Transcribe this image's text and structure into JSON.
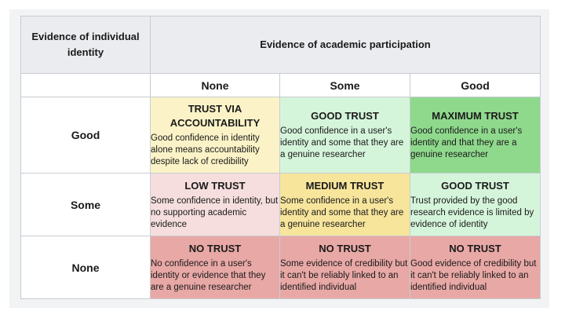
{
  "header": {
    "corner": "Evidence of individual identity",
    "academic": "Evidence of academic participation"
  },
  "columns": [
    "None",
    "Some",
    "Good"
  ],
  "rows": [
    {
      "label": "Good",
      "cells": [
        {
          "title": "TRUST VIA ACCOUNTABILITY",
          "desc": "Good confidence in identity alone means accountability despite lack of credibility",
          "color": "#fbf3c7"
        },
        {
          "title": "GOOD TRUST",
          "desc": "Good confidence in a user's identity and some that they are a genuine researcher",
          "color": "#d5f5db"
        },
        {
          "title": "MAXIMUM TRUST",
          "desc": "Good confidence in a user's identity and that they are a genuine researcher",
          "color": "#8fd98d"
        }
      ]
    },
    {
      "label": "Some",
      "cells": [
        {
          "title": "LOW TRUST",
          "desc": "Some confidence in identity, but no supporting academic evidence",
          "color": "#f5dedd"
        },
        {
          "title": "MEDIUM TRUST",
          "desc": "Some confidence in a user's identity and some that they are a genuine researcher",
          "color": "#f7e59c"
        },
        {
          "title": "GOOD TRUST",
          "desc": "Trust provided by the good research evidence is limited by evidence of identity",
          "color": "#d5f5db"
        }
      ]
    },
    {
      "label": "None",
      "cells": [
        {
          "title": "NO TRUST",
          "desc": "No confidence in a user's identity or evidence that they are a genuine researcher",
          "color": "#e8a8a5"
        },
        {
          "title": "NO TRUST",
          "desc": "Some evidence of credibility but it can't be reliably linked to an identified individual",
          "color": "#e8a8a5"
        },
        {
          "title": "NO TRUST",
          "desc": "Good evidence of credibility but it can't be reliably linked to an identified individual",
          "color": "#e8a8a5"
        }
      ]
    }
  ]
}
